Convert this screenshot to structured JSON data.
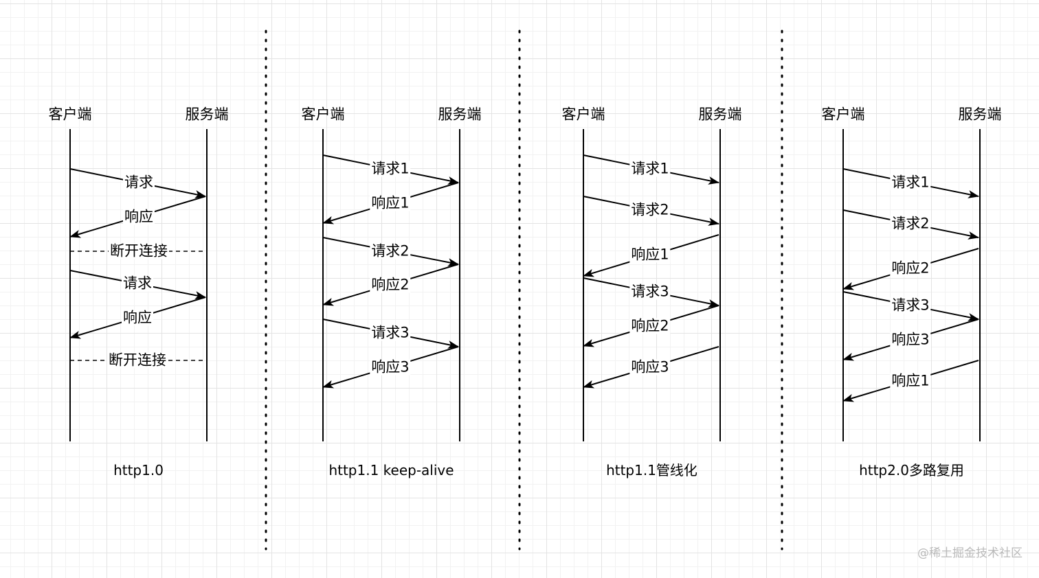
{
  "colors": {
    "line": "#000000",
    "text": "#000000",
    "watermark": "#b9b9b9"
  },
  "panels": [
    {
      "client": "客户端",
      "server": "服务端",
      "caption": "http1.0",
      "messages": [
        {
          "dir": "request",
          "label": "请求"
        },
        {
          "dir": "response",
          "label": "响应"
        },
        {
          "dir": "disconnect",
          "label": "断开连接"
        },
        {
          "dir": "request",
          "label": "请求"
        },
        {
          "dir": "response",
          "label": "响应"
        },
        {
          "dir": "disconnect",
          "label": "断开连接"
        }
      ]
    },
    {
      "client": "客户端",
      "server": "服务端",
      "caption": "http1.1 keep-alive",
      "messages": [
        {
          "dir": "request",
          "label": "请求1"
        },
        {
          "dir": "response",
          "label": "响应1"
        },
        {
          "dir": "request",
          "label": "请求2"
        },
        {
          "dir": "response",
          "label": "响应2"
        },
        {
          "dir": "request",
          "label": "请求3"
        },
        {
          "dir": "response",
          "label": "响应3"
        }
      ]
    },
    {
      "client": "客户端",
      "server": "服务端",
      "caption": "http1.1管线化",
      "messages": [
        {
          "dir": "request",
          "label": "请求1"
        },
        {
          "dir": "request",
          "label": "请求2"
        },
        {
          "dir": "response",
          "label": "响应1"
        },
        {
          "dir": "request",
          "label": "请求3"
        },
        {
          "dir": "response",
          "label": "响应2"
        },
        {
          "dir": "response",
          "label": "响应3"
        }
      ]
    },
    {
      "client": "客户端",
      "server": "服务端",
      "caption": "http2.0多路复用",
      "messages": [
        {
          "dir": "request",
          "label": "请求1"
        },
        {
          "dir": "request",
          "label": "请求2"
        },
        {
          "dir": "response",
          "label": "响应2"
        },
        {
          "dir": "request",
          "label": "请求3"
        },
        {
          "dir": "response",
          "label": "响应3"
        },
        {
          "dir": "response",
          "label": "响应1"
        }
      ]
    }
  ],
  "watermark": "@稀土掘金技术社区"
}
